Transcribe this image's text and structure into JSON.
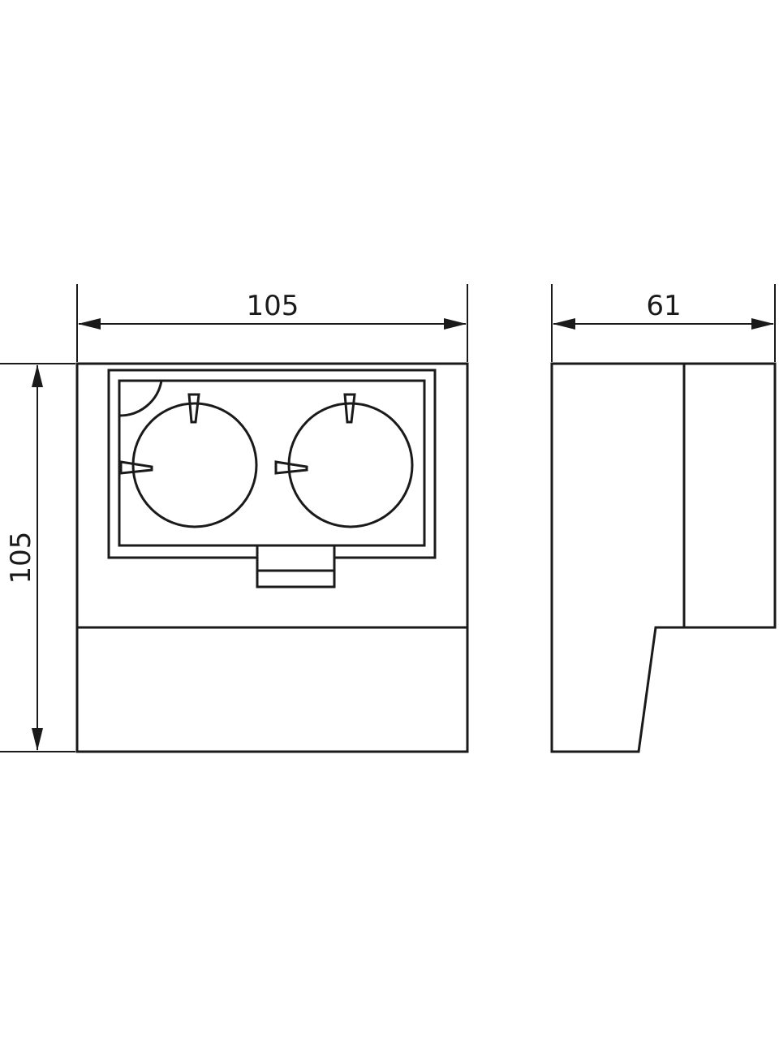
{
  "dimensions": {
    "front_width": "105",
    "side_depth": "61",
    "height": "105"
  }
}
